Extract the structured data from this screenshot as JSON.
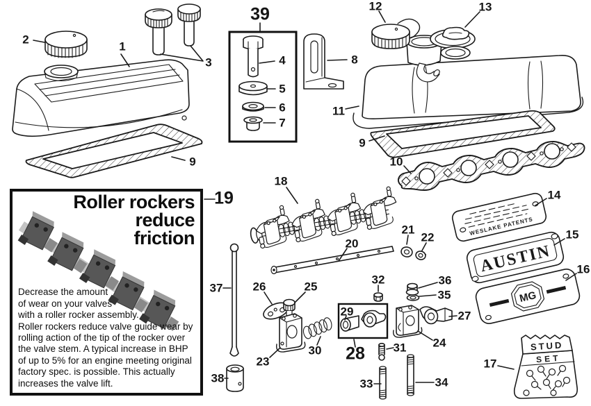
{
  "callouts": {
    "c1": "1",
    "c2": "2",
    "c3": "3",
    "c4": "4",
    "c5": "5",
    "c6": "6",
    "c7": "7",
    "c8": "8",
    "c9a": "9",
    "c9b": "9",
    "c10": "10",
    "c11": "11",
    "c12": "12",
    "c13": "13",
    "c14": "14",
    "c15": "15",
    "c16": "16",
    "c17": "17",
    "c18": "18",
    "c19": "19",
    "c20": "20",
    "c21": "21",
    "c22": "22",
    "c23": "23",
    "c24": "24",
    "c25": "25",
    "c26": "26",
    "c27": "27",
    "c28": "28",
    "c29": "29",
    "c30": "30",
    "c31": "31",
    "c32": "32",
    "c33": "33",
    "c34": "34",
    "c35": "35",
    "c36": "36",
    "c37": "37",
    "c38": "38",
    "c39": "39"
  },
  "promo": {
    "headline": [
      "Roller rockers",
      "reduce",
      "friction"
    ],
    "body": [
      "Decrease the amount",
      "of wear on your valves",
      "with a roller rocker assembly.",
      "Roller rockers reduce valve guide wear by",
      "rolling action of the tip of the rocker over",
      "the valve stem. A typical increase in BHP",
      "of up to 5% for an engine meeting original",
      "factory spec. is possible. This actually",
      "increases the valve lift."
    ]
  },
  "plates": {
    "weslake": "WESLAKE PATENTS",
    "austin": "AUSTIN",
    "mg_monogram": "MG"
  },
  "stud_bag": {
    "word1": "STUD",
    "word2": "SET"
  },
  "colors": {
    "ink": "#1a1a1a",
    "paper": "#ffffff"
  }
}
